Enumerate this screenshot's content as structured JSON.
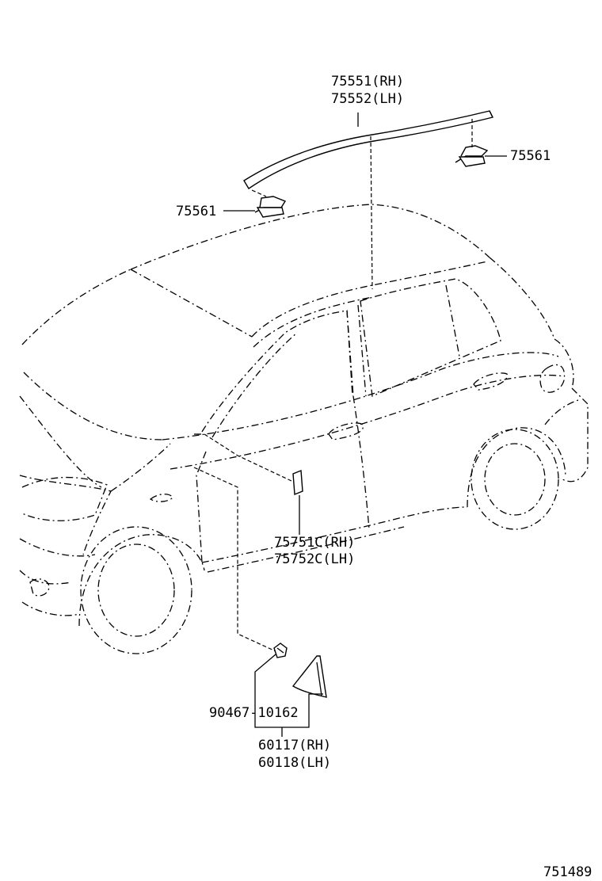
{
  "callouts": {
    "molding_rh": "75551(RH)",
    "molding_lh": "75552(LH)",
    "clip_right": "75561",
    "clip_left": "75561",
    "stripe_rh": "75751C(RH)",
    "stripe_lh": "75752C(LH)",
    "clip_part": "90467-10162",
    "cover_rh": "60117(RH)",
    "cover_lh": "60118(LH)"
  },
  "figure_number": "751489"
}
